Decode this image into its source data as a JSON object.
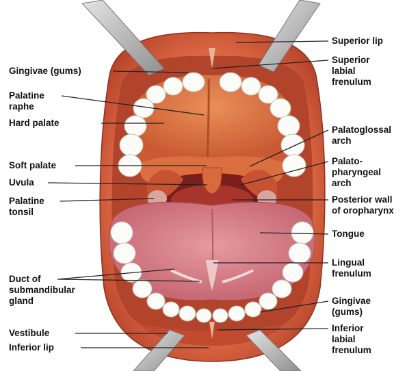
{
  "labels_left": [
    {
      "id": "gingivae-gums-upper",
      "text": "Gingivae (gums)"
    },
    {
      "id": "palatine-raphe",
      "text": "Palatine\nraphe"
    },
    {
      "id": "hard-palate",
      "text": "Hard palate"
    },
    {
      "id": "soft-palate",
      "text": "Soft palate"
    },
    {
      "id": "uvula",
      "text": "Uvula"
    },
    {
      "id": "palatine-tonsil",
      "text": "Palatine\ntonsil"
    },
    {
      "id": "duct-of-submandibular-gland",
      "text": "Duct of\nsubmandibular\ngland"
    },
    {
      "id": "vestibule",
      "text": "Vestibule"
    },
    {
      "id": "inferior-lip",
      "text": "Inferior lip"
    }
  ],
  "labels_right": [
    {
      "id": "superior-lip",
      "text": "Superior lip"
    },
    {
      "id": "superior-labial-frenulum",
      "text": "Superior\nlabial\nfrenulum"
    },
    {
      "id": "palatoglossal-arch",
      "text": "Palatoglossal\narch"
    },
    {
      "id": "palatopharyngeal-arch",
      "text": "Palato-\npharyngeal\narch"
    },
    {
      "id": "posterior-wall-of-oropharynx",
      "text": "Posterior wall\nof oropharynx"
    },
    {
      "id": "tongue",
      "text": "Tongue"
    },
    {
      "id": "lingual-frenulum",
      "text": "Lingual\nfrenulum"
    },
    {
      "id": "gingivae-gums-lower",
      "text": "Gingivae\n(gums)"
    },
    {
      "id": "inferior-labial-frenulum",
      "text": "Inferior\nlabial\nfrenulum"
    }
  ],
  "colors": {
    "lip": "#d9603d",
    "lip_dark": "#b8432a",
    "palate": "#e07a45",
    "mucosa": "#c94c2e",
    "tongue": "#d87a82",
    "tongue_dark": "#b85c66",
    "teeth": "#fbfbf8",
    "pharynx": "#7a1e1e",
    "retractor": "#b9b9b9",
    "leader": "#222222"
  }
}
